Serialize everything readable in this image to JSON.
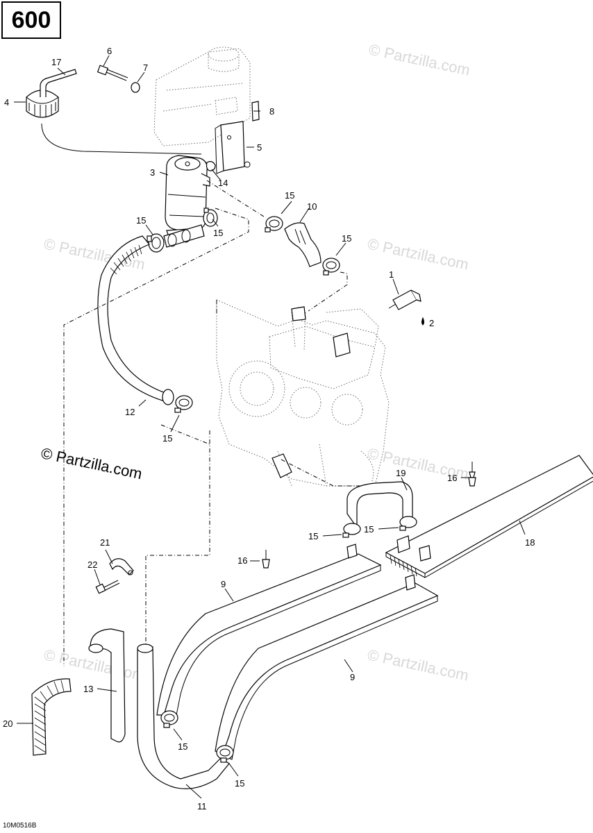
{
  "page_label": "600",
  "watermark_text": "© Partzilla.com",
  "copyright_text": "© Partzilla.com",
  "diagram_code": "10M0516B",
  "callouts": {
    "c1": "1",
    "c2": "2",
    "c3": "3",
    "c4": "4",
    "c5": "5",
    "c6": "6",
    "c7": "7",
    "c8": "8",
    "c9a": "9",
    "c9b": "9",
    "c10": "10",
    "c11": "11",
    "c12": "12",
    "c13": "13",
    "c14": "14",
    "c15a": "15",
    "c15b": "15",
    "c15c": "15",
    "c15d": "15",
    "c15e": "15",
    "c15f": "15",
    "c15g": "15",
    "c15h": "15",
    "c15i": "15",
    "c16a": "16",
    "c16b": "16",
    "c17": "17",
    "c18": "18",
    "c19": "19",
    "c20": "20",
    "c21": "21",
    "c22": "22"
  },
  "colors": {
    "ink": "#000000",
    "watermark": "#d8d8d8",
    "background": "#ffffff"
  }
}
